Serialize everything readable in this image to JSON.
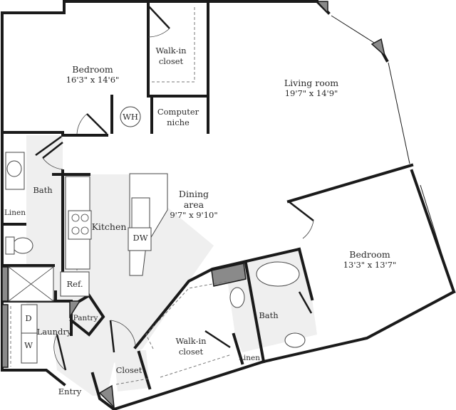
{
  "floor_plan": {
    "rooms": [
      {
        "id": "bedroom-1",
        "name": "Bedroom",
        "dimensions": "16'3\" x 14'6\""
      },
      {
        "id": "walk-in-closet-1",
        "name": "Walk-in closet",
        "dimensions": ""
      },
      {
        "id": "water-heater",
        "name": "WH",
        "dimensions": ""
      },
      {
        "id": "computer-niche",
        "name": "Computer niche",
        "dimensions": ""
      },
      {
        "id": "living-room",
        "name": "Living room",
        "dimensions": "19'7\" x 14'9\""
      },
      {
        "id": "bath-1",
        "name": "Bath",
        "dimensions": ""
      },
      {
        "id": "linen-1",
        "name": "Linen",
        "dimensions": ""
      },
      {
        "id": "kitchen",
        "name": "Kitchen",
        "dimensions": ""
      },
      {
        "id": "dishwasher",
        "name": "DW",
        "dimensions": ""
      },
      {
        "id": "dining-area",
        "name": "Dining area",
        "dimensions": "9'7\" x 9'10\""
      },
      {
        "id": "refrigerator",
        "name": "Ref.",
        "dimensions": ""
      },
      {
        "id": "pantry",
        "name": "Pantry",
        "dimensions": ""
      },
      {
        "id": "laundry",
        "name": "Laundry",
        "dimensions": ""
      },
      {
        "id": "dryer",
        "name": "D",
        "dimensions": ""
      },
      {
        "id": "washer",
        "name": "W",
        "dimensions": ""
      },
      {
        "id": "entry",
        "name": "Entry",
        "dimensions": ""
      },
      {
        "id": "closet",
        "name": "Closet",
        "dimensions": ""
      },
      {
        "id": "walk-in-closet-2",
        "name": "Walk-in closet",
        "dimensions": ""
      },
      {
        "id": "bath-2",
        "name": "Bath",
        "dimensions": ""
      },
      {
        "id": "linen-2",
        "name": "Linen",
        "dimensions": ""
      },
      {
        "id": "bedroom-2",
        "name": "Bedroom",
        "dimensions": "13'3\" x 13'7\""
      }
    ],
    "labels": {
      "bedroom1": {
        "line1": "Bedroom",
        "line2": "16'3\" x 14'6\""
      },
      "walkin1": {
        "line1": "Walk-in",
        "line2": "closet"
      },
      "wh": "WH",
      "niche": {
        "line1": "Computer",
        "line2": "niche"
      },
      "living": {
        "line1": "Living room",
        "line2": "19'7\" x 14'9\""
      },
      "bath1": "Bath",
      "linen1": "Linen",
      "kitchen": "Kitchen",
      "dw": "DW",
      "dining": {
        "line1": "Dining",
        "line2": "area",
        "line3": "9'7\" x 9'10\""
      },
      "ref": "Ref.",
      "pantry": "Pantry",
      "laundry": "Laundry",
      "dryer": "D",
      "washer": "W",
      "entry": "Entry",
      "closet": "Closet",
      "walkin2": {
        "line1": "Walk-in",
        "line2": "closet"
      },
      "bath2": "Bath",
      "linen2": "Linen",
      "bedroom2": {
        "line1": "Bedroom",
        "line2": "13'3\" x 13'7\""
      }
    }
  }
}
